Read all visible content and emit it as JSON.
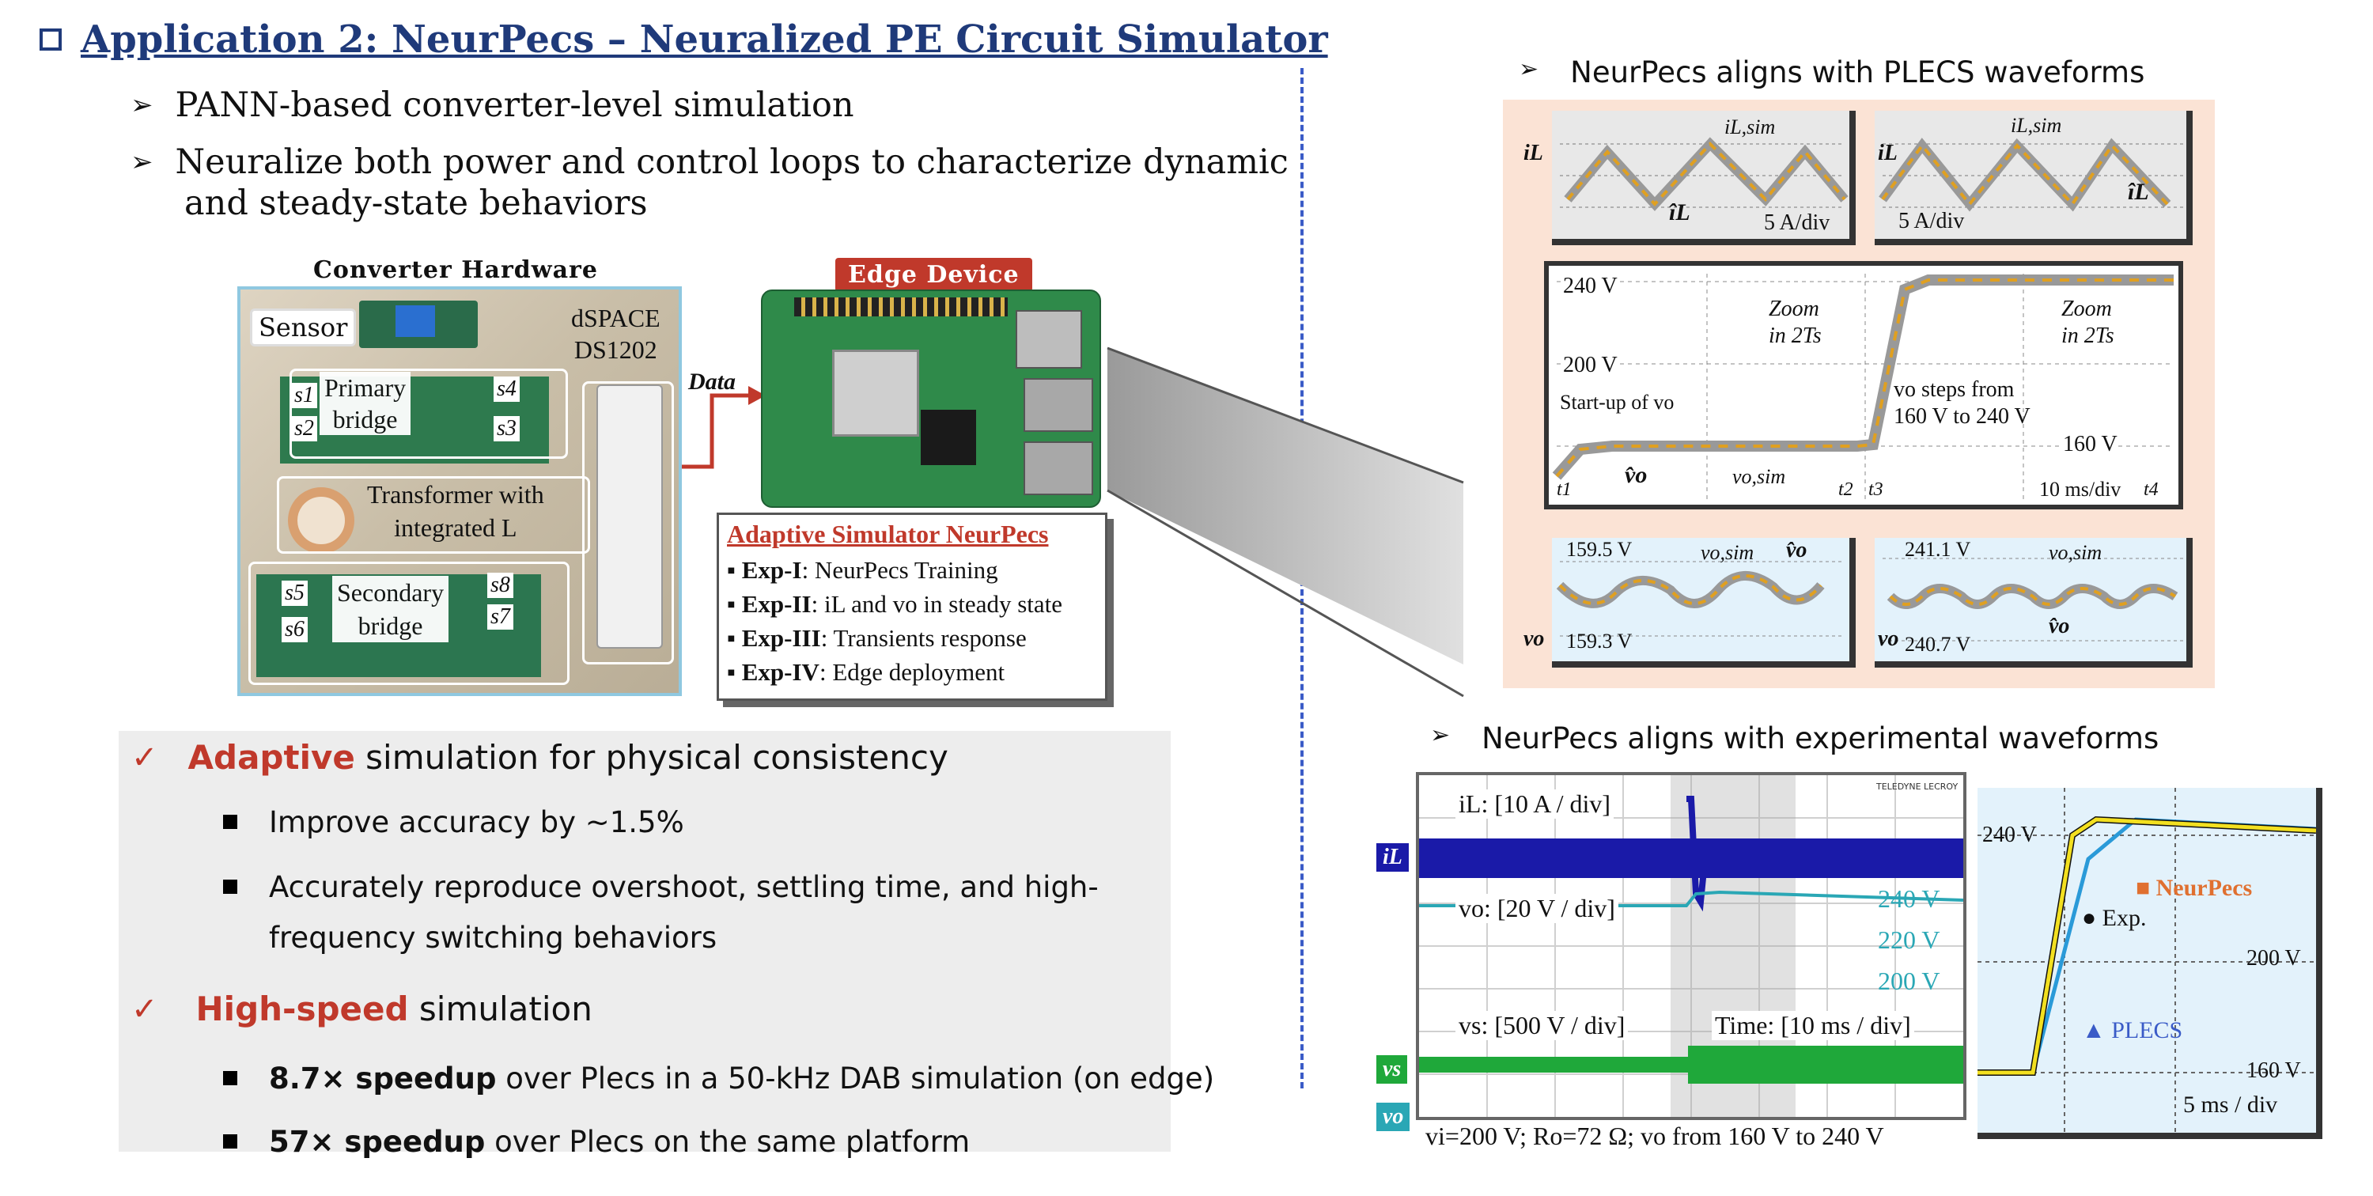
{
  "title": "Application 2: NeurPecs – Neuralized PE Circuit Simulator",
  "bullets": [
    "PANN-based converter-level simulation",
    "Neuralize both power and control loops to characterize dynamic",
    "and steady-state behaviors"
  ],
  "hardware": {
    "title": "Converter Hardware",
    "sensor": "Sensor",
    "dspace_line1": "dSPACE",
    "dspace_line2": "DS1202",
    "primary_line1": "Primary",
    "primary_line2": "bridge",
    "s1": "s1",
    "s2": "s2",
    "s3": "s3",
    "s4": "s4",
    "transformer_line1": "Transformer with",
    "transformer_line2": "integrated L",
    "secondary_line1": "Secondary",
    "secondary_line2": "bridge",
    "s5": "s5",
    "s6": "s6",
    "s7": "s7",
    "s8": "s8",
    "data_label": "Data"
  },
  "edge": {
    "title": "Edge Device",
    "sim_title": "Adaptive Simulator NeurPecs",
    "exps": [
      {
        "name": "Exp-I",
        "desc": ": NeurPecs Training"
      },
      {
        "name": "Exp-II",
        "desc": ": iL and vo in steady state"
      },
      {
        "name": "Exp-III",
        "desc": ": Transients response"
      },
      {
        "name": "Exp-IV",
        "desc": ": Edge deployment"
      }
    ]
  },
  "benefits": {
    "b1_highlight": "Adaptive",
    "b1_rest": " simulation for physical consistency",
    "b1_items": [
      "Improve accuracy by ~1.5%",
      "Accurately reproduce overshoot, settling time, and high-",
      "frequency switching behaviors"
    ],
    "b2_highlight": "High-speed",
    "b2_rest": " simulation",
    "b2_items": [
      {
        "bold": "8.7× speedup",
        "rest": " over Plecs in a 50-kHz DAB simulation (on edge)"
      },
      {
        "bold": "57× speedup",
        "rest": " over Plecs on the same platform"
      }
    ]
  },
  "plecs": {
    "heading": "NeurPecs aligns with PLECS waveforms",
    "il_sim": "iL,sim",
    "il_hat": "îL",
    "scale_a": "5 A/div",
    "il_axis": "iL",
    "v240": "240 V",
    "v200": "200 V",
    "v160": "160 V",
    "zoom_line1": "Zoom",
    "zoom_line2": "in 2Ts",
    "startup": "Start-up of vo",
    "steps_line1": "vo steps from",
    "steps_line2": "160 V to 240 V",
    "vo_hat": "v̂o",
    "vo_sim": "vo,sim",
    "t1": "t1",
    "t2": "t2",
    "t3": "t3",
    "t4": "t4",
    "time_div": "10 ms/div",
    "z1_top": "159.5 V",
    "z1_bot": "159.3 V",
    "z2_top": "241.1 V",
    "z2_bot": "240.7 V",
    "vo_axis": "vo"
  },
  "exp": {
    "heading": "NeurPecs aligns with experimental waveforms",
    "il_div": "iL: [10 A / div]",
    "vo_div": "vo: [20 V / div]",
    "vs_div": "vs: [500 V / div]",
    "time_div": "Time: [10 ms / div]",
    "v240": "240 V",
    "v220": "220 V",
    "v200": "200 V",
    "brand": "TELEDYNE LECROY",
    "il_tag": "iL",
    "vs_tag": "vs",
    "vo_tag": "vo",
    "footnote": "vi=200 V; Ro=72 Ω; vo from 160 V to 240 V",
    "zoom_240": "240 V",
    "zoom_200": "200 V",
    "zoom_160": "160 V",
    "neurpecs": "NeurPecs",
    "exp_label": "Exp.",
    "plecs_label": "PLECS",
    "zoom_div": "5 ms / div"
  },
  "colors": {
    "title_blue": "#1f3a7a",
    "accent_red": "#c0392b",
    "scope_blue": "#1a1aa8",
    "scope_teal": "#2aa7b5",
    "scope_green": "#1fa83a",
    "panel_peach": "#fbe3d5",
    "panel_blue": "#e3f2fb"
  }
}
